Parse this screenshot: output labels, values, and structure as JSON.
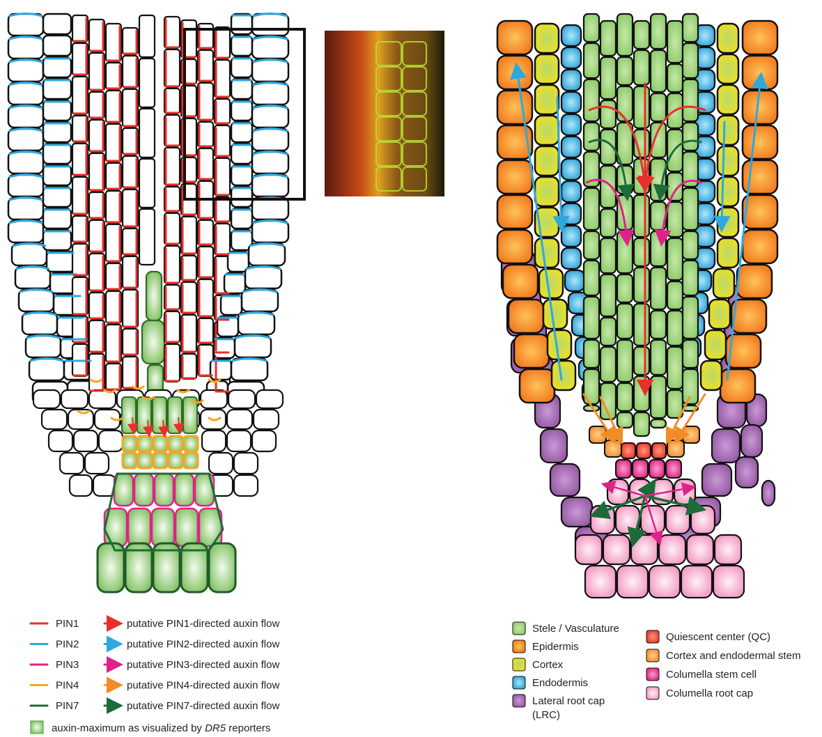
{
  "left_legend": {
    "pins": [
      {
        "name": "PIN1",
        "color": "#e8302a",
        "flow": "putative PIN1-directed auxin flow"
      },
      {
        "name": "PIN2",
        "color": "#2fa8de",
        "flow": "putative PIN2-directed auxin flow"
      },
      {
        "name": "PIN3",
        "color": "#e0218a",
        "flow": "putative PIN3-directed auxin flow"
      },
      {
        "name": "PIN4",
        "color": "#f5a623",
        "flow": "putative PIN4-directed auxin flow"
      },
      {
        "name": "PIN7",
        "color": "#1e6b3a",
        "flow": "putative PIN7-directed auxin flow"
      }
    ],
    "auxin_text_prefix": "auxin-maximum as visualized by ",
    "auxin_text_italic": "DR5",
    "auxin_text_suffix": " reporters"
  },
  "right_legend": {
    "col1": [
      {
        "label": "Stele / Vasculature",
        "color": "#8cc869",
        "center": "#d8efc2"
      },
      {
        "label": "Epidermis",
        "color": "#f07a1e",
        "center": "#ffc36a"
      },
      {
        "label": "Cortex",
        "color": "#f2e01a",
        "center": "#b5d96a"
      },
      {
        "label": "Endodermis",
        "color": "#1e9ad8",
        "center": "#9ee2f5"
      },
      {
        "label": "Lateral root cap",
        "label2": "(LRC)",
        "color": "#9b5aa6",
        "center": "#d6aee0"
      }
    ],
    "col2": [
      {
        "label": "Quiescent center (QC)",
        "color": "#e8302a",
        "center": "#ff9a7a"
      },
      {
        "label": "Cortex and endodermal stem",
        "color": "#f28c28",
        "center": "#ffd08a"
      },
      {
        "label": "Columella stem cell",
        "color": "#d91c7e",
        "center": "#ff9ad0"
      },
      {
        "label": "Columella root cap",
        "color": "#f29ac4",
        "center": "#ffe0ee"
      }
    ]
  },
  "colors": {
    "pin1": "#e8302a",
    "pin2": "#2fa8de",
    "pin3": "#e0218a",
    "pin4": "#f5a623",
    "pin7": "#1e6b3a",
    "stele": "#8cc869",
    "epidermis": "#f07a1e",
    "cortex": "#f2e01a",
    "endodermis": "#1e9ad8",
    "lrc": "#9b5aa6",
    "qc": "#e8302a",
    "stem": "#f28c28",
    "colstem": "#d91c7e",
    "colcap": "#f29ac4"
  },
  "icons": {
    "zoom_box": "zoom-box-icon",
    "micrograph": "confocal-micrograph-icon"
  }
}
